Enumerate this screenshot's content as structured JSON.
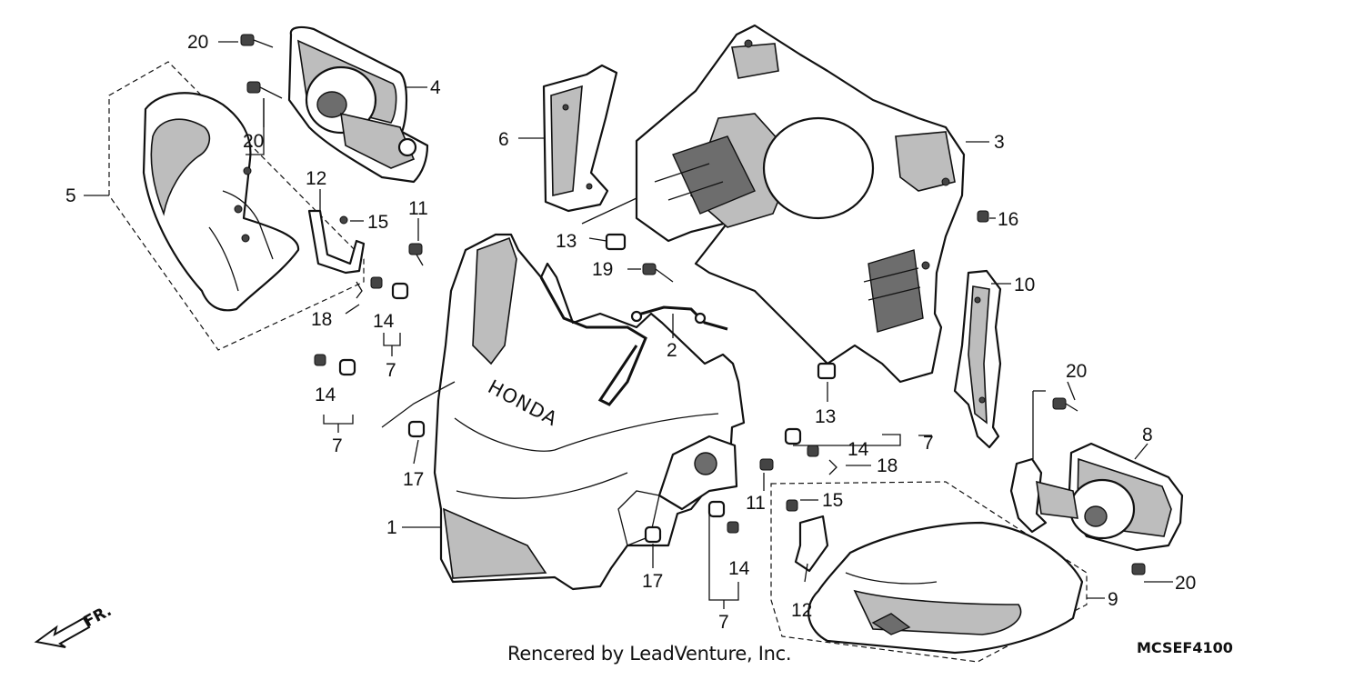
{
  "diagram": {
    "part_numbers": [
      "1",
      "2",
      "3",
      "4",
      "5",
      "6",
      "7",
      "8",
      "9",
      "10",
      "11",
      "12",
      "13",
      "14",
      "15",
      "16",
      "17",
      "18",
      "19",
      "20"
    ],
    "callouts": {
      "c1": "1",
      "c2": "2",
      "c3": "3",
      "c4": "4",
      "c5": "5",
      "c6": "6",
      "c7a": "7",
      "c7b": "7",
      "c7c": "7",
      "c7d": "7",
      "c8": "8",
      "c9": "9",
      "c10": "10",
      "c11a": "11",
      "c11b": "11",
      "c12a": "12",
      "c12b": "12",
      "c13a": "13",
      "c13b": "13",
      "c14a": "14",
      "c14b": "14",
      "c14c": "14",
      "c14d": "14",
      "c15a": "15",
      "c15b": "15",
      "c16": "16",
      "c17a": "17",
      "c17b": "17",
      "c18a": "18",
      "c18b": "18",
      "c19": "19",
      "c20a": "20",
      "c20b": "20",
      "c20c": "20",
      "c20d": "20"
    },
    "front_marker": "FR.",
    "brand_text": "HONDA",
    "credit": "Rencered by LeadVenture, Inc.",
    "diagram_code": "MCSEF4100"
  }
}
